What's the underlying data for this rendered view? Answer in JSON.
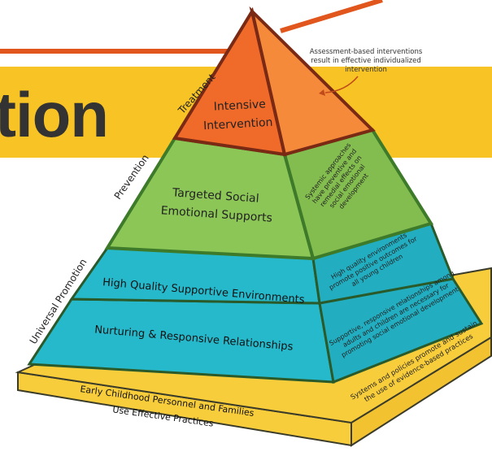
{
  "banner": {
    "title_fragment": "tion",
    "color": "#f7c325",
    "line_color": "#e0561c"
  },
  "pyramid": {
    "side_labels": {
      "treatment": "Treatment",
      "prevention": "Prevention",
      "universal": "Universal Promotion"
    },
    "tiers": {
      "intensive": {
        "line1": "Intensive",
        "line2": "Intervention",
        "color": "#f06a2a"
      },
      "targeted": {
        "line1": "Targeted Social",
        "line2": "Emotional Supports",
        "side_lines": [
          "Systemic approaches",
          "have preventive and",
          "remedial effects on",
          "social emotional",
          "development"
        ],
        "color": "#8cc657"
      },
      "environments": {
        "label": "High Quality Supportive Environments",
        "side_lines": [
          "High quality environments",
          "promote positive outcomes for",
          "all young children"
        ],
        "color": "#26b9cc"
      },
      "relationships": {
        "label": "Nurturing & Responsive Relationships",
        "side_lines": [
          "Supportive, responsive relationships among",
          "adults and children are necessary for",
          "promoting social emotional development"
        ],
        "color": "#26b9cc"
      }
    },
    "base": {
      "line1": "Early Childhood Personnel and Families",
      "line2": "Use Effective Practices",
      "side_line1": "Systems and policies promote and sustain",
      "side_line2": "the use of evidence-based practices",
      "color": "#f8cd3c"
    },
    "annotation": {
      "lines": [
        "Assessment-based interventions",
        "result in effective individualized",
        "intervention"
      ]
    }
  }
}
